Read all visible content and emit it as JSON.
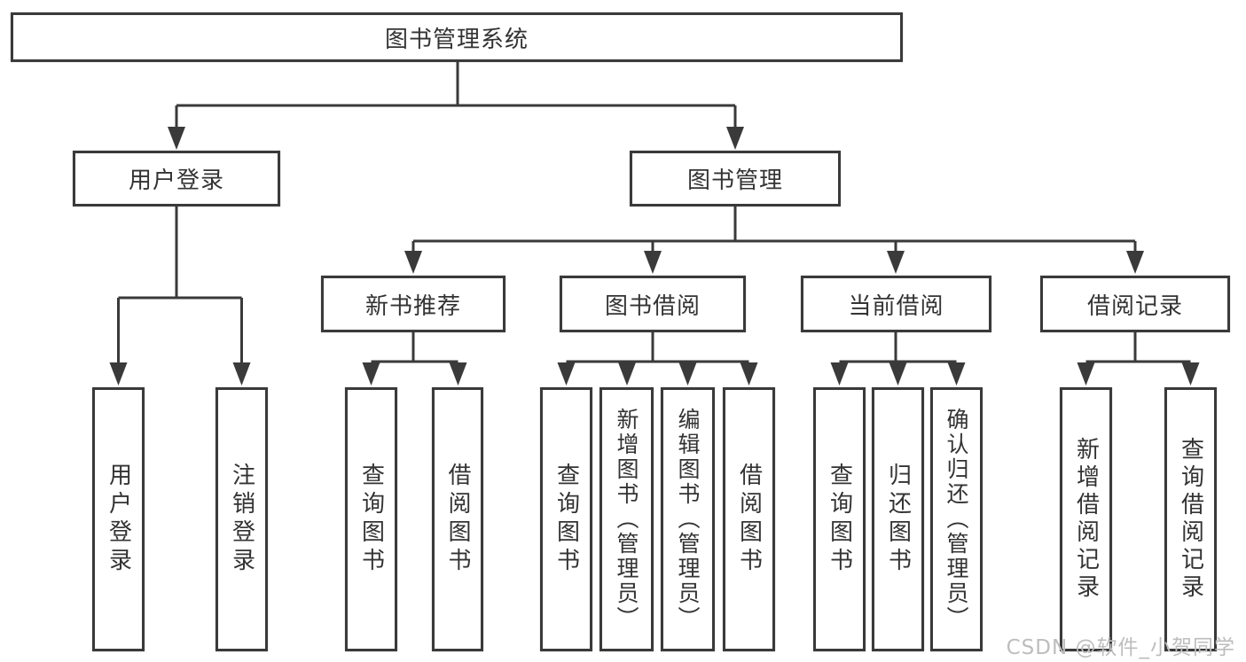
{
  "tree": {
    "root": {
      "label": "图书管理系统",
      "children": [
        {
          "label": "用户登录",
          "children": [
            {
              "label": "用户登录"
            },
            {
              "label": "注销登录"
            }
          ]
        },
        {
          "label": "图书管理",
          "children": [
            {
              "label": "新书推荐",
              "children": [
                {
                  "label": "查询图书"
                },
                {
                  "label": "借阅图书"
                }
              ]
            },
            {
              "label": "图书借阅",
              "children": [
                {
                  "label": "查询图书"
                },
                {
                  "label": "新增图书（管理员）"
                },
                {
                  "label": "编辑图书（管理员）"
                },
                {
                  "label": "借阅图书"
                }
              ]
            },
            {
              "label": "当前借阅",
              "children": [
                {
                  "label": "查询图书"
                },
                {
                  "label": "归还图书"
                },
                {
                  "label": "确认归还（管理员）"
                }
              ]
            },
            {
              "label": "借阅记录",
              "children": [
                {
                  "label": "新增借阅记录"
                },
                {
                  "label": "查询借阅记录"
                }
              ]
            }
          ]
        }
      ]
    }
  },
  "watermark": {
    "text": "CSDN @软件_小贺同学"
  },
  "colors": {
    "line": "#3a3a3a",
    "text": "#333333",
    "watermark": "#bdbdbd",
    "bg": "#ffffff"
  }
}
